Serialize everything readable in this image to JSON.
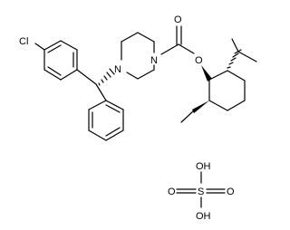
{
  "structure": {
    "atom_labels": {
      "chlorine": "Cl",
      "piperazine_n_left": "N",
      "piperazine_n_right": "N",
      "carbonyl_o": "O",
      "ester_o": "O"
    }
  },
  "acid": {
    "atom_labels": {
      "o_top": "OH",
      "o_bottom": "OH",
      "o_left": "O",
      "o_right": "O",
      "sulfur": "S"
    }
  }
}
